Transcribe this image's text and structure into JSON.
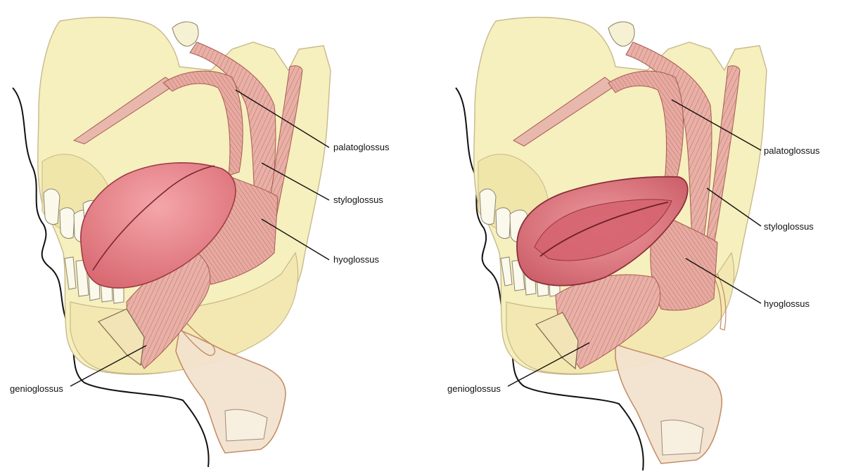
{
  "panels": [
    {
      "labels": {
        "palatoglossus": "palatoglossus",
        "styloglossus": "styloglossus",
        "hyoglossus": "hyoglossus",
        "genioglossus": "genioglossus"
      }
    },
    {
      "labels": {
        "palatoglossus": "palatoglossus",
        "styloglossus": "styloglossus",
        "hyoglossus": "hyoglossus",
        "genioglossus": "genioglossus"
      }
    }
  ],
  "colors": {
    "bone": "#f6efbe",
    "bone_dark": "#efe3a3",
    "bone_outline": "#c8b98a",
    "muscle": "#e8b0a6",
    "muscle_line": "#a65a52",
    "tongue": "#e27b80",
    "tongue_light": "#f2a3a3",
    "cartilage": "#f3e3cf",
    "cartilage_line": "#c08a63",
    "skin_line": "#111111",
    "leader": "#111111"
  }
}
